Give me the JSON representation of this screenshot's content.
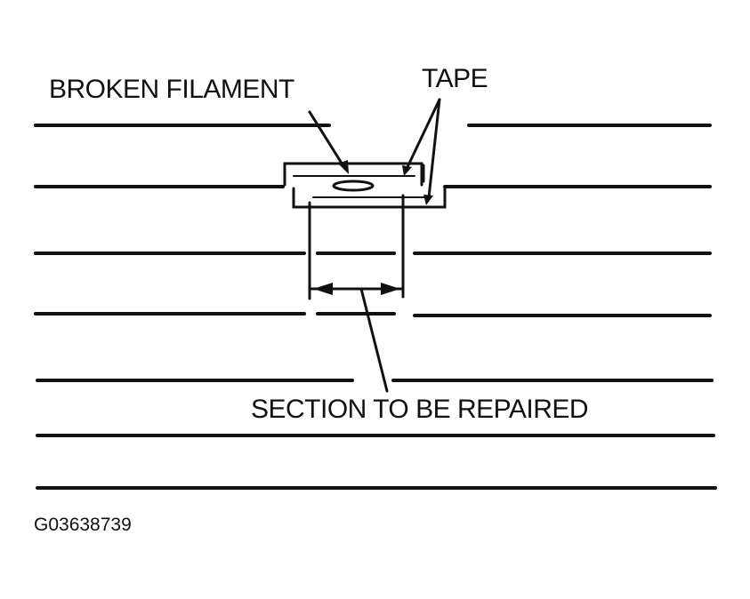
{
  "labels": {
    "broken_filament": "BROKEN FILAMENT",
    "tape": "TAPE",
    "section_to_be_repaired": "SECTION TO BE REPAIRED",
    "figure_id": "G03638739"
  },
  "colors": {
    "ink": "#111111",
    "background": "#ffffff"
  }
}
